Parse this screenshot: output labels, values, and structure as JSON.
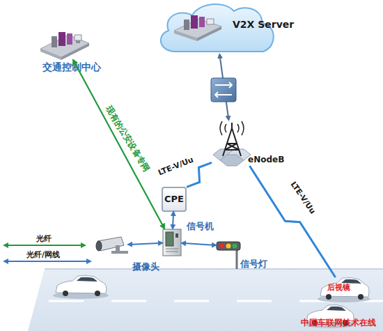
{
  "diagram": {
    "nodes": [
      {
        "text": [
          "V2X Server"
        ]
      },
      {
        "text": [
          "交通控制中心"
        ]
      },
      {
        "text": [
          "eNodeB"
        ]
      },
      {
        "text": [
          "CPE"
        ]
      },
      {
        "text": [
          "信号机"
        ]
      },
      {
        "text": [
          "摄像头"
        ]
      },
      {
        "text": [
          "信号灯"
        ]
      },
      {
        "text": [
          "后视镜"
        ]
      }
    ],
    "edges": [
      {
        "from": 1,
        "to": 4,
        "arrow": "both",
        "label": "现有的公安设备专网"
      },
      {
        "from": 0,
        "to": 2,
        "arrow": "both"
      },
      {
        "from": 3,
        "to": 2,
        "arrow": "none",
        "label": "LTE-V/Uu"
      },
      {
        "from": 2,
        "to": 7,
        "arrow": "none",
        "label": "LTE-V/Uu"
      },
      {
        "from": 3,
        "to": 4,
        "arrow": "both"
      },
      {
        "from": 5,
        "to": 4,
        "arrow": "both"
      },
      {
        "from": 4,
        "to": 6,
        "arrow": "both"
      }
    ],
    "labels": [
      "光纤",
      "光纤/网线",
      "中国车联网技术在线"
    ]
  }
}
